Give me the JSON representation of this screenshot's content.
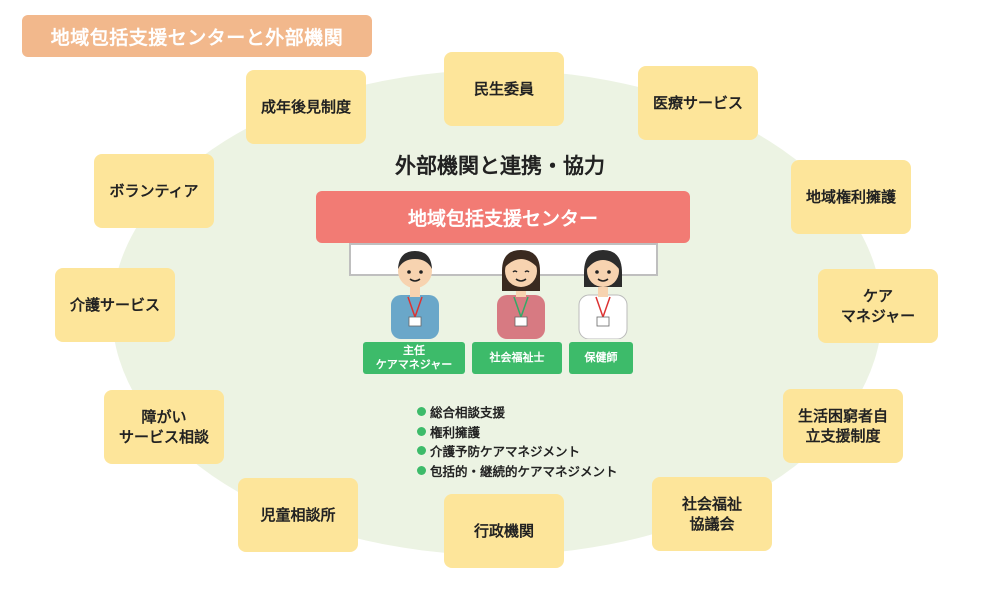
{
  "title": "地域包括支援センターと外部機関",
  "heading": "外部機関と連携・協力",
  "center": "地域包括支援センター",
  "nodes": [
    "民生委員",
    "成年後見制度",
    "医療サービス",
    "ボランティア",
    "地域権利擁護",
    "介護サービス",
    "ケア\nマネジャー",
    "障がい\nサービス相談",
    "生活困窮者自\n立支援制度",
    "児童相談所",
    "行政機関",
    "社会福祉\n協議会"
  ],
  "staff": [
    {
      "label": "主任\nケアマネジャー",
      "shirt": "#6aa7c9"
    },
    {
      "label": "社会福祉士",
      "shirt": "#d77a82"
    },
    {
      "label": "保健師",
      "shirt": "#ffffff"
    }
  ],
  "duties": [
    "総合相談支援",
    "権利擁護",
    "介護予防ケアマネジメント",
    "包括的・継続的ケアマネジメント"
  ],
  "colors": {
    "node": "#fde59a",
    "center": "#f27b74",
    "staff": "#3dbb6a",
    "title": "#f2b88c",
    "ellipse": "#ecf3e3"
  }
}
